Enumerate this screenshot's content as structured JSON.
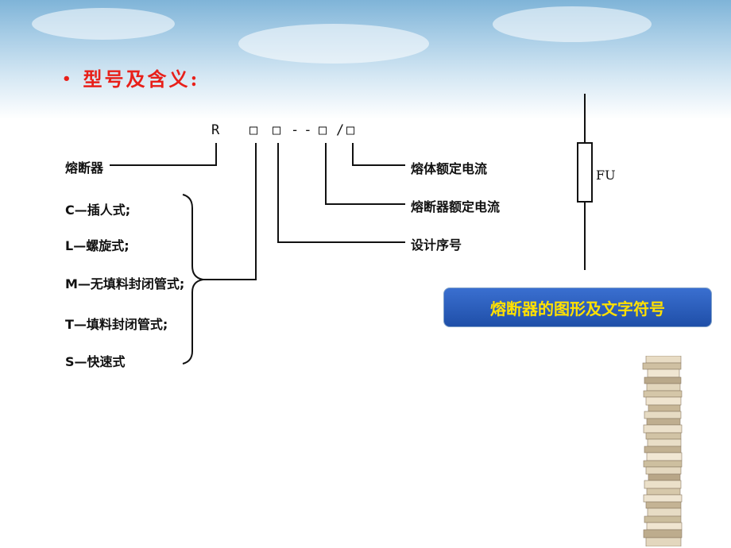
{
  "slide": {
    "bullet": "•",
    "title": "型号及含义:"
  },
  "model_code": {
    "prefix": "R",
    "box": "□",
    "dashes": "--",
    "slash": "/"
  },
  "labels": {
    "fuse": "熔断器",
    "melt_rated_current": "熔体额定电流",
    "fuse_rated_current": "熔断器额定电流",
    "design_serial": "设计序号"
  },
  "types": [
    "C—插人式;",
    "L—螺旋式;",
    "M—无填料封闭管式;",
    "T—填料封闭管式;",
    "S—快速式"
  ],
  "symbol": {
    "label": "FU"
  },
  "callout": {
    "text": "熔断器的图形及文字符号"
  },
  "colors": {
    "title": "#e8201a",
    "callout_bg": "#2a5cbc",
    "callout_text": "#ffe000"
  }
}
